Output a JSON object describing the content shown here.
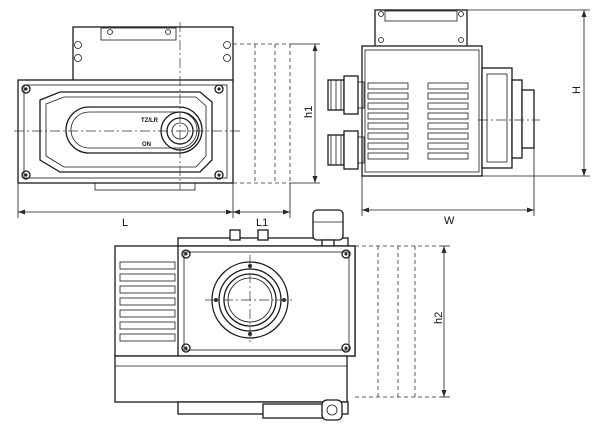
{
  "dimensions": {
    "L": "L",
    "L1": "L1",
    "h1": "h1",
    "W": "W",
    "H": "H",
    "h2": "h2"
  },
  "plate_text": [
    "TZ/LR",
    "ON"
  ]
}
